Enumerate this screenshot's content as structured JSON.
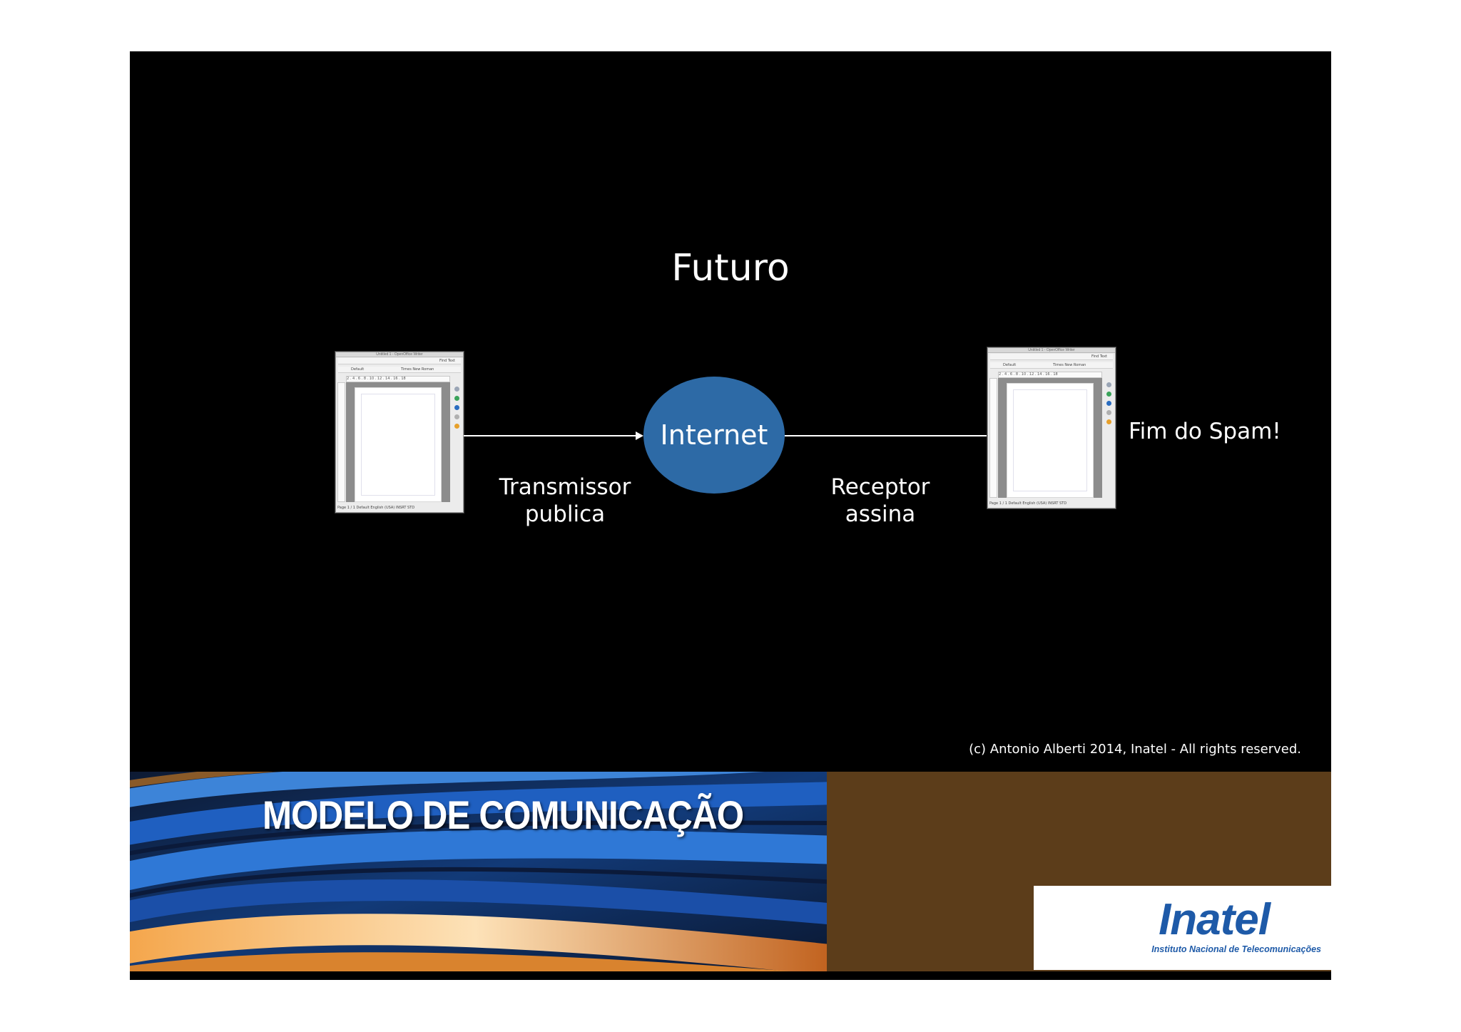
{
  "slide": {
    "title": "Futuro",
    "network": {
      "label": "Internet",
      "color": "#2d6aa6"
    },
    "sender": {
      "caption_line1": "Transmissor",
      "caption_line2": "publica"
    },
    "receiver": {
      "caption_line1": "Receptor",
      "caption_line2": "assina"
    },
    "outcome": "Fim do Spam!",
    "copyright": "(c) Antonio Alberti 2014, Inatel - All rights reserved."
  },
  "document_window": {
    "title": "Untitled 1 - OpenOffice Writer",
    "find_label": "Find Text",
    "style_value": "Default",
    "font_value": "Times New Roman",
    "ruler": "2 . 4 . 6 . 8 . 10 . 12 . 14 . 16 . 18",
    "status": "Page 1 / 1    Default    English (USA)    INSRT    STD"
  },
  "banner": {
    "title": "MODELO DE COMUNICAÇÃO",
    "panel_color": "#5c3d1a"
  },
  "logo": {
    "name": "Inatel",
    "tagline": "Instituto Nacional de Telecomunicações",
    "color": "#1e5aa8"
  }
}
